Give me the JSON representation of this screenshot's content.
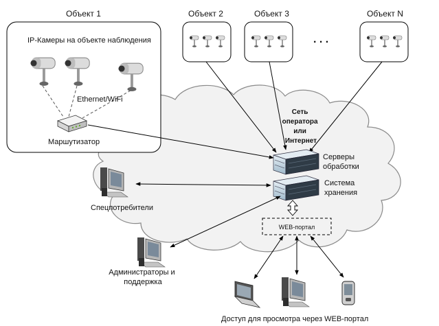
{
  "objects": {
    "object1": "Объект 1",
    "object2": "Объект 2",
    "object3": "Объект 3",
    "objectN": "Объект N",
    "ellipsis": ". . ."
  },
  "site1": {
    "cameras_caption": "IP-Камеры на объекте наблюдения",
    "network_label": "Ethernet/WiFi",
    "router_label": "Маршутизатор"
  },
  "cloud": {
    "title_line1": "Сеть",
    "title_line2": "оператора",
    "title_line3": "или",
    "title_line4": "Интернет",
    "servers_line1": "Серверы",
    "servers_line2": "обработки",
    "storage_line1": "Система",
    "storage_line2": "хранения",
    "portal_label": "WEB-портал"
  },
  "clients": {
    "special_users": "Спецпотребители",
    "admins_line1": "Администраторы и",
    "admins_line2": "поддержка",
    "access_caption": "Доступ для просмотра через WEB-портал"
  },
  "icons": [
    "ip-camera-icon",
    "router-icon",
    "server-rack-icon",
    "storage-rack-icon",
    "desktop-pc-icon",
    "laptop-icon",
    "pda-icon",
    "cloud-icon"
  ],
  "colors": {
    "line": "#000000",
    "dashed": "#555555",
    "cloud_fill": "#f2f2f2",
    "server_fill": "#c9dce9"
  }
}
